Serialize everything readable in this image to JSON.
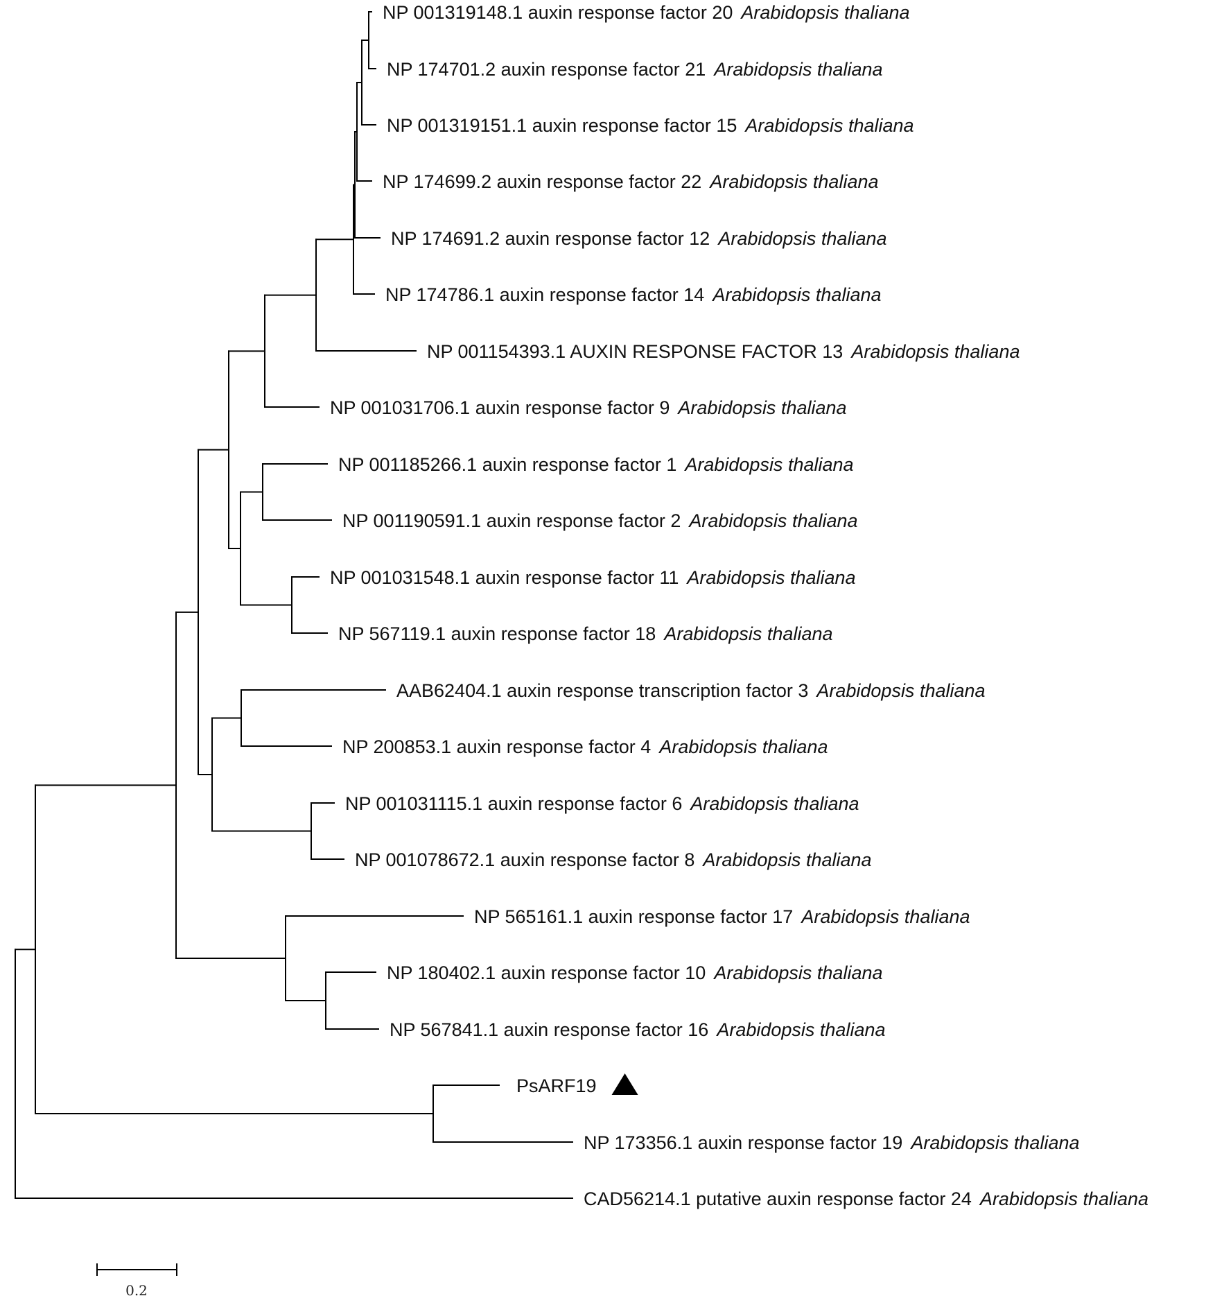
{
  "tree": {
    "taxa": [
      {
        "id": "arf20",
        "accession": "NP 001319148.1",
        "name": "auxin response factor 20",
        "species": "Arabidopsis thaliana"
      },
      {
        "id": "arf21",
        "accession": "NP 174701.2",
        "name": "auxin response factor 21",
        "species": "Arabidopsis thaliana"
      },
      {
        "id": "arf15",
        "accession": "NP 001319151.1",
        "name": "auxin response factor 15",
        "species": "Arabidopsis thaliana"
      },
      {
        "id": "arf22",
        "accession": "NP 174699.2",
        "name": "auxin response factor 22",
        "species": "Arabidopsis thaliana"
      },
      {
        "id": "arf12",
        "accession": "NP 174691.2",
        "name": "auxin response factor 12",
        "species": "Arabidopsis thaliana"
      },
      {
        "id": "arf14",
        "accession": "NP 174786.1",
        "name": "auxin response factor 14",
        "species": "Arabidopsis thaliana"
      },
      {
        "id": "arf13",
        "accession": "NP 001154393.1",
        "name": "AUXIN RESPONSE FACTOR 13",
        "species": "Arabidopsis thaliana"
      },
      {
        "id": "arf9",
        "accession": "NP 001031706.1",
        "name": "auxin response factor 9",
        "species": "Arabidopsis thaliana"
      },
      {
        "id": "arf1",
        "accession": "NP 001185266.1",
        "name": "auxin response factor 1",
        "species": "Arabidopsis thaliana"
      },
      {
        "id": "arf2",
        "accession": "NP 001190591.1",
        "name": "auxin response factor 2",
        "species": "Arabidopsis thaliana"
      },
      {
        "id": "arf11",
        "accession": "NP 001031548.1",
        "name": "auxin response factor 11",
        "species": "Arabidopsis thaliana"
      },
      {
        "id": "arf18",
        "accession": "NP 567119.1",
        "name": "auxin response factor 18",
        "species": "Arabidopsis thaliana"
      },
      {
        "id": "arf3",
        "accession": "AAB62404.1",
        "name": "auxin response transcription factor 3",
        "species": "Arabidopsis thaliana"
      },
      {
        "id": "arf4",
        "accession": "NP 200853.1",
        "name": "auxin response factor 4",
        "species": "Arabidopsis thaliana"
      },
      {
        "id": "arf6",
        "accession": "NP 001031115.1",
        "name": "auxin response factor 6",
        "species": "Arabidopsis thaliana"
      },
      {
        "id": "arf8",
        "accession": "NP 001078672.1",
        "name": "auxin response factor 8",
        "species": "Arabidopsis thaliana"
      },
      {
        "id": "arf17",
        "accession": "NP 565161.1",
        "name": "auxin response factor 17",
        "species": "Arabidopsis thaliana"
      },
      {
        "id": "arf10",
        "accession": "NP 180402.1",
        "name": "auxin response factor 10",
        "species": "Arabidopsis thaliana"
      },
      {
        "id": "arf16",
        "accession": "NP 567841.1",
        "name": "auxin response factor 16",
        "species": "Arabidopsis thaliana"
      },
      {
        "id": "psarf19",
        "accession": "PsARF19",
        "name": "",
        "species": "",
        "marker": "filled-triangle"
      },
      {
        "id": "arf19",
        "accession": "NP 173356.1",
        "name": "auxin response factor 19",
        "species": "Arabidopsis thaliana"
      },
      {
        "id": "arf24",
        "accession": "CAD56214.1",
        "name": "putative auxin response factor 24",
        "species": "Arabidopsis thaliana"
      }
    ]
  },
  "scale_bar": {
    "label": "0.2",
    "value": 0.2
  }
}
